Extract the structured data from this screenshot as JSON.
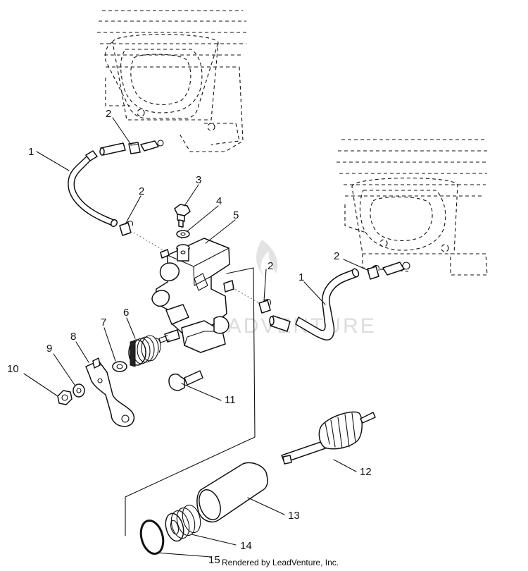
{
  "watermark": "LEADVENTURE",
  "footer_credit": "Rendered by LeadVenture, Inc.",
  "callouts": {
    "c1a": "1",
    "c2a": "2",
    "c2b": "2",
    "c3": "3",
    "c4": "4",
    "c5": "5",
    "c2c": "2",
    "c1b": "1",
    "c2d": "2",
    "c6": "6",
    "c7": "7",
    "c8": "8",
    "c9": "9",
    "c10": "10",
    "c11": "11",
    "c12": "12",
    "c13": "13",
    "c14": "14",
    "c15": "15"
  }
}
